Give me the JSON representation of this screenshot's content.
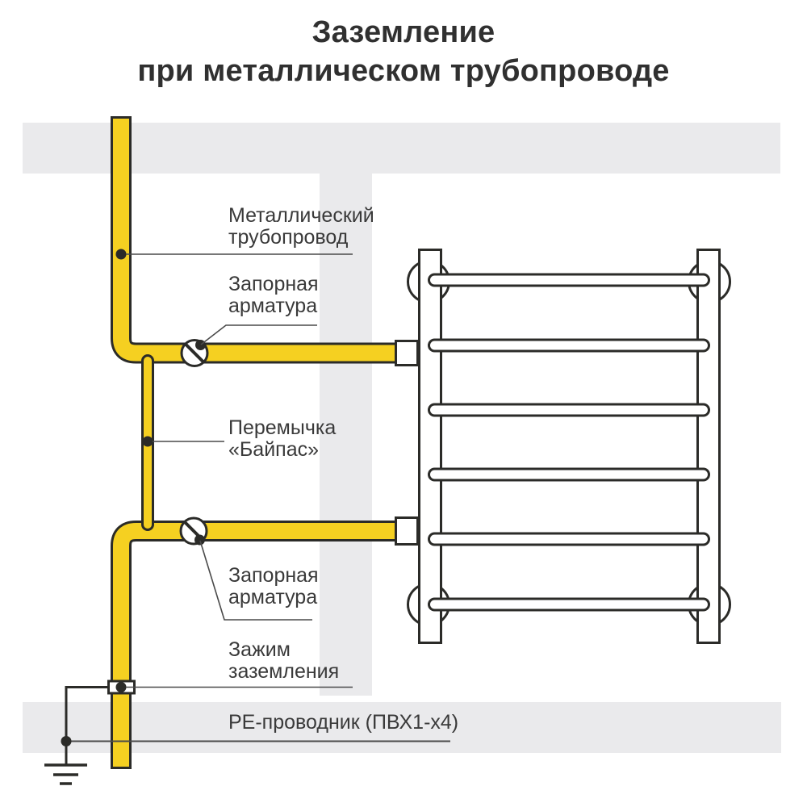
{
  "title": "Заземление\nпри металлическом трубопроводе",
  "labels": {
    "metal_pipeline": "Металлический\nтрубопровод",
    "shutoff_valve_top": "Запорная\nарматура",
    "bypass_jumper": "Перемычка\n«Байпас»",
    "shutoff_valve_bottom": "Запорная\nарматура",
    "ground_clamp": "Зажим\nзаземления",
    "pe_conductor": "PE-проводник (ПВХ1-х4)"
  },
  "colors": {
    "pipe_yellow": "#F5D021",
    "outline_dark": "#2B2B28",
    "wall_band_gray": "#EAEAEC",
    "label_text": "#3A3A3A",
    "title_text": "#303030",
    "leader_line": "#4A4A4A"
  }
}
